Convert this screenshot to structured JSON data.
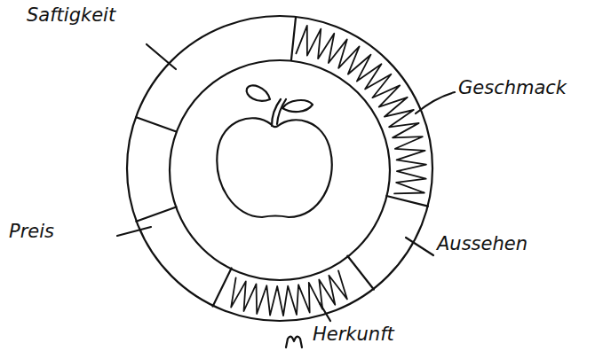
{
  "diagram": {
    "labels": [
      "Saftigkeit",
      "Geschmack",
      "Aussehen",
      "Preis",
      "Herkunft"
    ]
  }
}
